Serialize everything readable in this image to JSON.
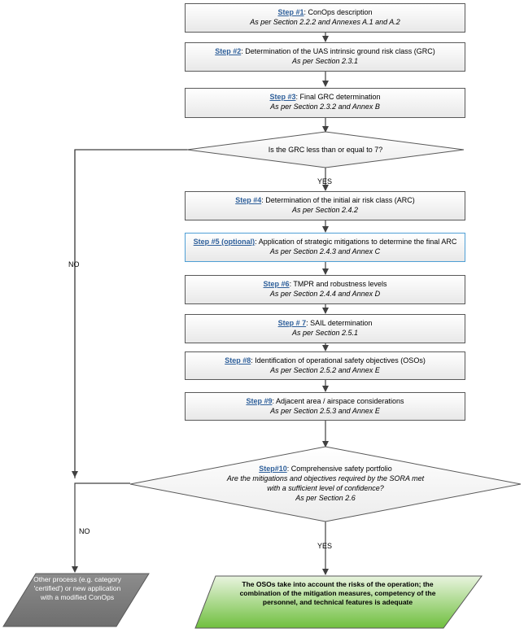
{
  "steps": [
    {
      "link": "Step #1",
      "title": ": ConOps description",
      "ref": "As per Section 2.2.2 and Annexes A.1 and A.2"
    },
    {
      "link": "Step #2",
      "title": ": Determination of the UAS intrinsic ground risk class (GRC)",
      "ref": "As per Section 2.3.1"
    },
    {
      "link": "Step #3",
      "title": ": Final GRC determination",
      "ref": "As per Section 2.3.2 and Annex B"
    },
    {
      "link": "Step #4",
      "title": ": Determination of the initial air risk class (ARC)",
      "ref": "As per Section 2.4.2"
    },
    {
      "link": "Step #5 (optional)",
      "title": ": Application of strategic mitigations to determine the final ARC ",
      "ref": "As per Section 2.4.3 and Annex C"
    },
    {
      "link": "Step #6",
      "title": ": TMPR and robustness levels",
      "ref": "As per Section 2.4.4 and Annex D"
    },
    {
      "link": "Step # 7",
      "title": ": SAIL determination",
      "ref": "As per Section 2.5.1"
    },
    {
      "link": "Step #8",
      "title": ": Identification of operational safety objectives (OSOs)",
      "ref": "As per Section 2.5.2 and Annex E"
    },
    {
      "link": "Step #9",
      "title": ": Adjacent area / airspace considerations",
      "ref": "As per Section 2.5.3 and Annex E"
    }
  ],
  "decision1": {
    "text": "Is the GRC less than or equal to 7?"
  },
  "decision2": {
    "link": "Step#10",
    "title": ": Comprehensive safety portfolio",
    "question": "Are the mitigations and objectives required by the SORA met with a sufficient level of confidence?",
    "ref": "As per Section 2.6"
  },
  "labels": {
    "yes1": "YES",
    "no1": "NO",
    "no2": "NO",
    "yes2": "YES"
  },
  "outcomes": {
    "other": "Other process (e.g. category 'certified') or new application with a modified ConOps",
    "success": "The OSOs take into account the risks of the operation; the combination of the mitigation measures, competency of the personnel, and technical features is adequate"
  },
  "colors": {
    "box_border": "#595959",
    "optional_border": "#4f9fd5",
    "link": "#2e5f9a",
    "gray_fill": "#7f7f7f",
    "green_top": "#e9f4df",
    "green_bottom": "#6fbf3e"
  }
}
